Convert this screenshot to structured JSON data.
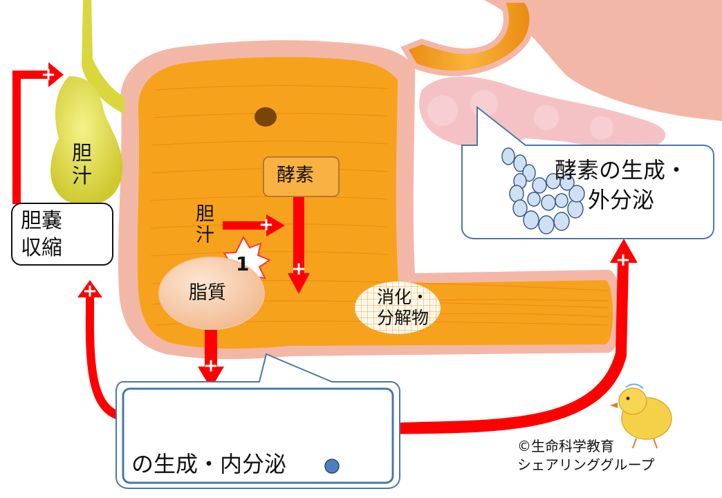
{
  "labels": {
    "gallbladder_bile": "胆\n汁",
    "gallbladder_contraction": "胆嚢\n収縮",
    "enzyme": "酵素",
    "bile_arrow": "胆\n汁",
    "fat": "脂質",
    "burst_number": "1",
    "digestion": "消化・\n分解物",
    "pancreas_callout": "酵素の生成・\n外分泌",
    "hormone_callout": "の生成・内分泌",
    "credit_line1": "©生命科学教育",
    "credit_line2": "シェアリンググループ"
  },
  "icons": {
    "plus": "+"
  },
  "colors": {
    "arrow_red": "#ff0000",
    "duodenum_orange": "#f7a21c",
    "duodenum_dark": "#e58a0c",
    "gut_wall_pink": "#f3b7a8",
    "gallbladder_yellow": "#e5e24a",
    "pancreas_pink": "#f4c2c5",
    "callout_border": "#4a76a8",
    "hormone_dot": "#4f7ec0",
    "fat_fill": "#f8d2b5",
    "enzyme_box_fill": "#f9b142",
    "enzyme_box_border": "#9a6a38"
  }
}
